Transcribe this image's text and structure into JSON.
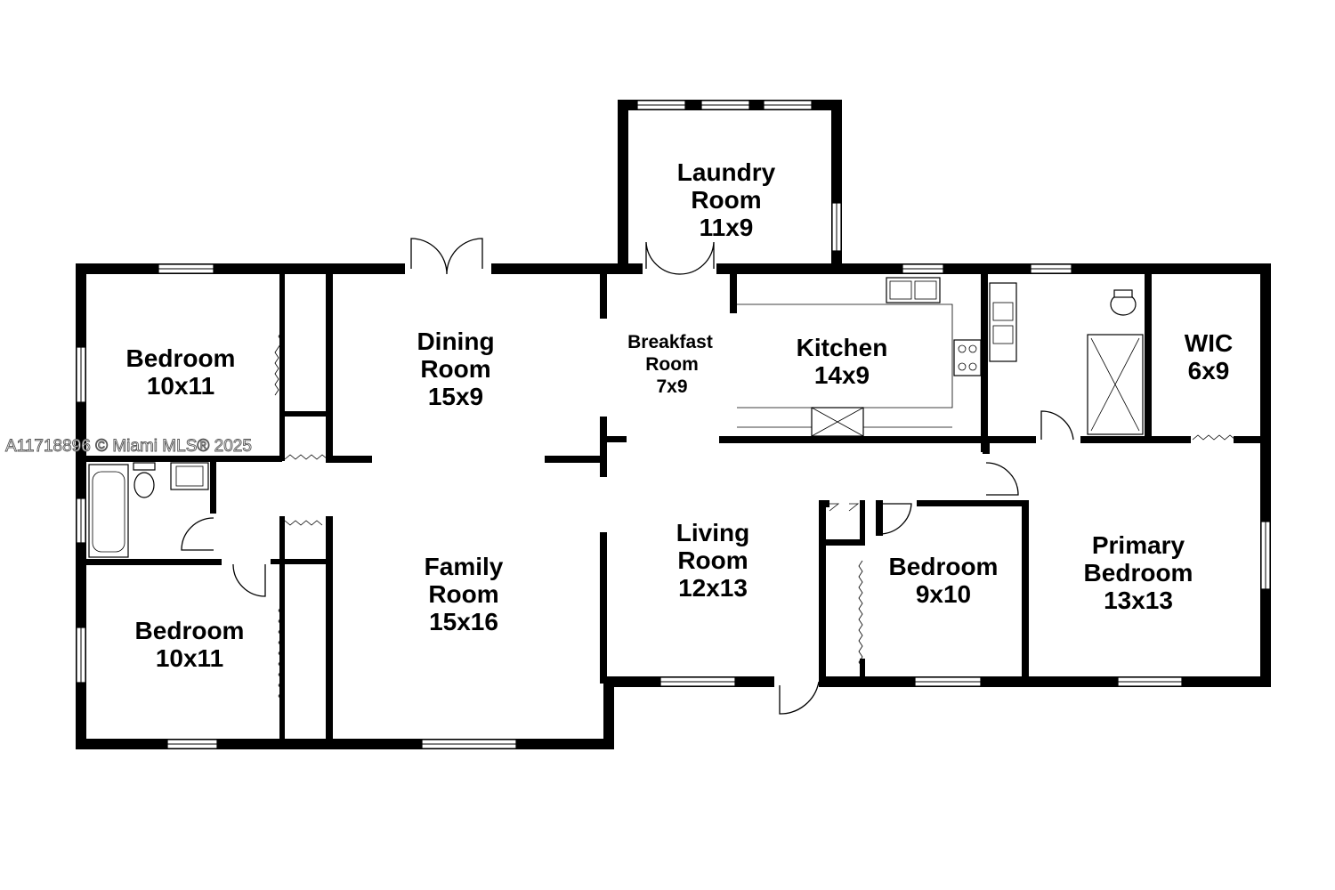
{
  "watermark": "A11718896 © Miami MLS® 2025",
  "rooms": {
    "laundry": {
      "line1": "Laundry",
      "line2": "Room",
      "size": "11x9"
    },
    "bedroom_nw": {
      "line1": "Bedroom",
      "size": "10x11"
    },
    "dining": {
      "line1": "Dining",
      "line2": "Room",
      "size": "15x9"
    },
    "breakfast": {
      "line1": "Breakfast",
      "line2": "Room",
      "size": "7x9"
    },
    "kitchen": {
      "line1": "Kitchen",
      "size": "14x9"
    },
    "wic": {
      "line1": "WIC",
      "size": "6x9"
    },
    "family": {
      "line1": "Family",
      "line2": "Room",
      "size": "15x16"
    },
    "living": {
      "line1": "Living",
      "line2": "Room",
      "size": "12x13"
    },
    "bedroom_mid": {
      "line1": "Bedroom",
      "size": "9x10"
    },
    "primary": {
      "line1": "Primary",
      "line2": "Bedroom",
      "size": "13x13"
    },
    "bedroom_sw": {
      "line1": "Bedroom",
      "size": "10x11"
    }
  }
}
